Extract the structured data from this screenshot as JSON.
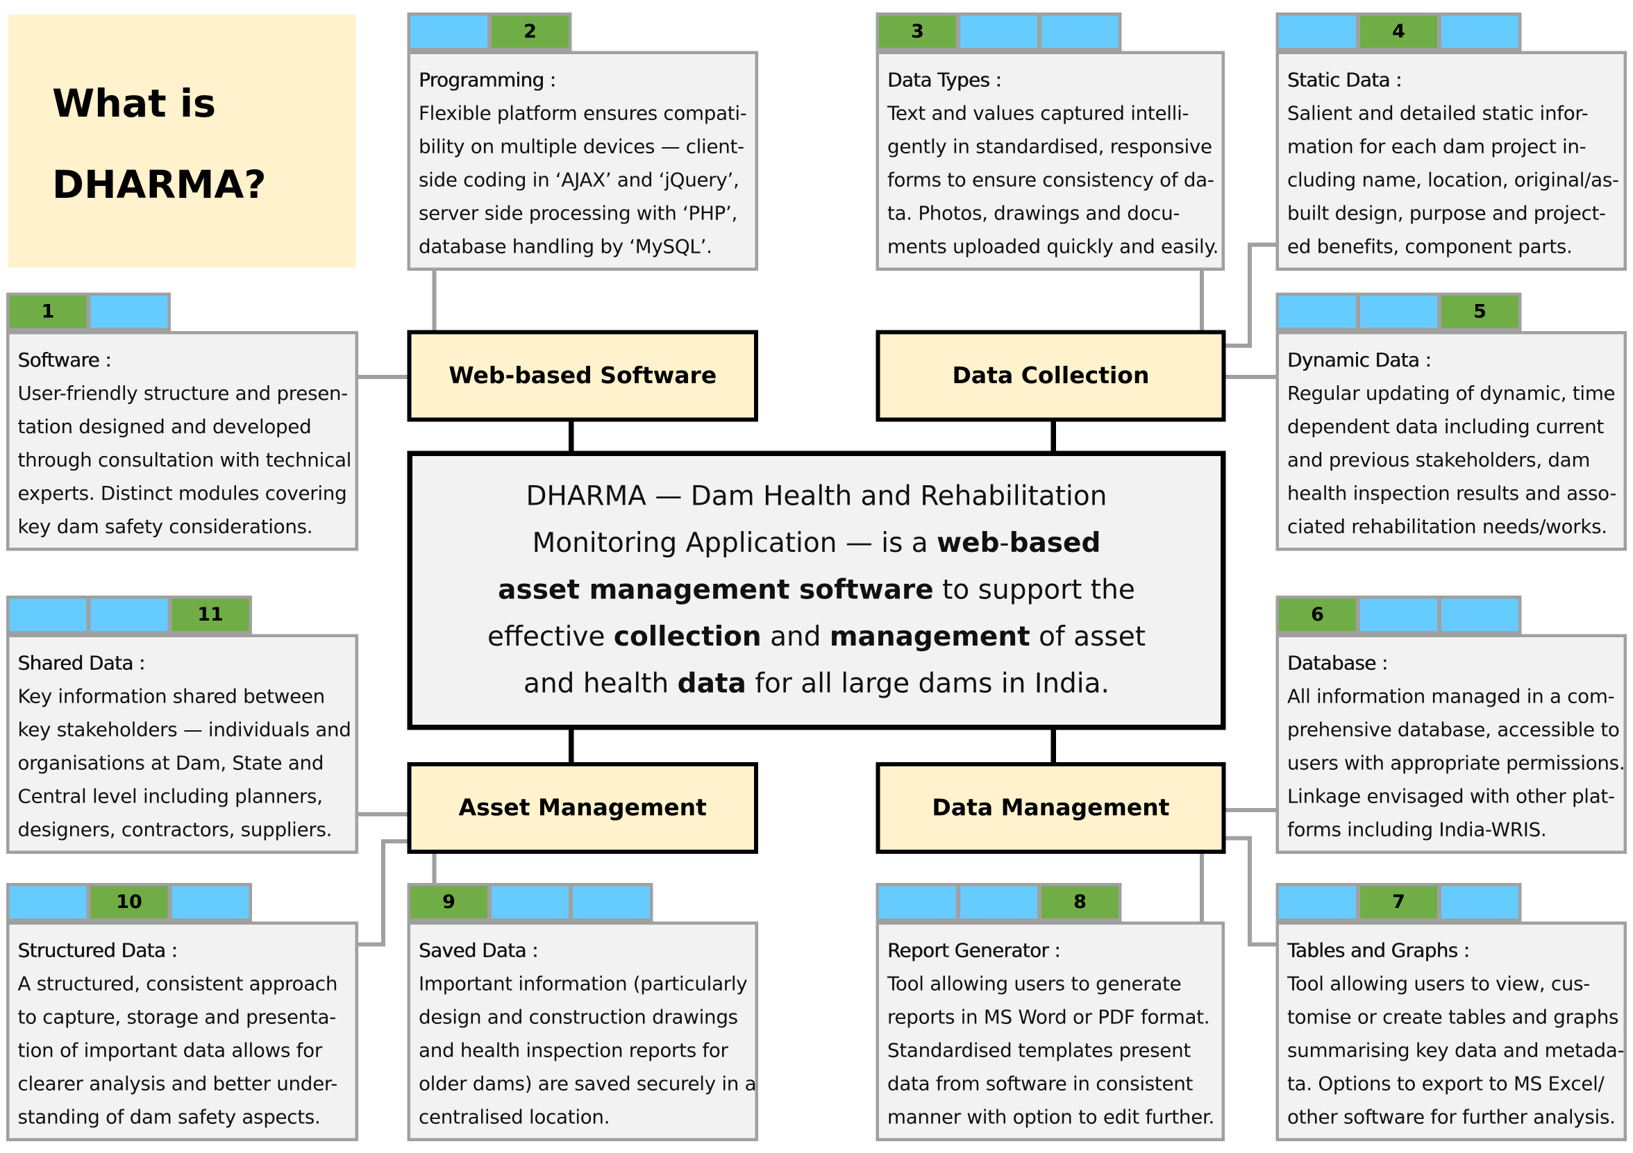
{
  "title": {
    "line1": "What is",
    "line2": "DHARMA?"
  },
  "headers": {
    "web": "Web-based Software",
    "collection": "Data Collection",
    "asset": "Asset Management",
    "management": "Data Management"
  },
  "center": {
    "lines": [
      [
        {
          "t": "DHARMA — Dam Health and Rehabilitation",
          "b": false
        }
      ],
      [
        {
          "t": "Monitoring Application — is a ",
          "b": false
        },
        {
          "t": "web",
          "b": true
        },
        {
          "t": "-",
          "b": false
        },
        {
          "t": "based",
          "b": true
        }
      ],
      [
        {
          "t": "asset management software",
          "b": true
        },
        {
          "t": " to support the",
          "b": false
        }
      ],
      [
        {
          "t": "effective ",
          "b": false
        },
        {
          "t": "collection",
          "b": true
        },
        {
          "t": " and ",
          "b": false
        },
        {
          "t": "management",
          "b": true
        },
        {
          "t": " of asset",
          "b": false
        }
      ],
      [
        {
          "t": "and health ",
          "b": false
        },
        {
          "t": "data",
          "b": true
        },
        {
          "t": " for all large dams in India.",
          "b": false
        }
      ]
    ]
  },
  "colors": {
    "tab_blue": "#66ccff",
    "tab_green": "#70ad47",
    "header_fill": "#fff2cc",
    "box_fill": "#f2f2f2",
    "box_border": "#a0a0a0"
  },
  "cards": [
    {
      "id": "1",
      "tabs": [
        "1",
        ""
      ],
      "title": "Software :",
      "lines": [
        "User-friendly structure and presen-",
        "tation designed and developed",
        "through consultation with technical",
        "experts.  Distinct modules covering",
        "key dam safety considerations."
      ]
    },
    {
      "id": "2",
      "tabs": [
        "",
        "2"
      ],
      "title": "Programming :",
      "lines": [
        "Flexible platform ensures compati-",
        "bility on multiple devices — client-",
        "side coding in ‘AJAX’ and ‘jQuery’,",
        "server side processing with ‘PHP’,",
        "database handling by ‘MySQL’."
      ]
    },
    {
      "id": "3",
      "tabs": [
        "3",
        "",
        ""
      ],
      "title": "Data Types :",
      "lines": [
        "Text and values captured intelli-",
        "gently in standardised, responsive",
        "forms to ensure consistency of da-",
        "ta.  Photos, drawings and docu-",
        "ments uploaded quickly and easily."
      ]
    },
    {
      "id": "4",
      "tabs": [
        "",
        "4",
        ""
      ],
      "title": "Static Data :",
      "lines": [
        "Salient and detailed static infor-",
        "mation for each dam project in-",
        "cluding name, location, original/as-",
        "built design, purpose and project-",
        "ed benefits, component parts."
      ]
    },
    {
      "id": "5",
      "tabs": [
        "",
        "",
        "5"
      ],
      "title": "Dynamic Data :",
      "lines": [
        "Regular updating of dynamic, time",
        "dependent data including current",
        "and previous stakeholders, dam",
        "health inspection results and asso-",
        "ciated rehabilitation needs/works."
      ]
    },
    {
      "id": "6",
      "tabs": [
        "6",
        "",
        ""
      ],
      "title": "Database :",
      "lines": [
        "All information managed in a com-",
        "prehensive database, accessible to",
        "users with appropriate permissions.",
        "Linkage envisaged with other plat-",
        "forms including India-WRIS."
      ]
    },
    {
      "id": "7",
      "tabs": [
        "",
        "7",
        ""
      ],
      "title": "Tables and Graphs :",
      "lines": [
        "Tool allowing users to view, cus-",
        "tomise or create tables and graphs",
        "summarising key data and metada-",
        "ta.  Options to export to MS Excel/",
        "other software for further analysis."
      ]
    },
    {
      "id": "8",
      "tabs": [
        "",
        "",
        "8"
      ],
      "title": "Report Generator :",
      "lines": [
        "Tool allowing users to generate",
        "reports in MS Word or PDF format.",
        "Standardised templates present",
        "data from software in consistent",
        "manner with option to edit further."
      ]
    },
    {
      "id": "9",
      "tabs": [
        "9",
        "",
        ""
      ],
      "title": "Saved Data :",
      "lines": [
        "Important information (particularly",
        "design and construction drawings",
        "and health inspection reports for",
        "older dams) are saved securely in a",
        "centralised location."
      ]
    },
    {
      "id": "10",
      "tabs": [
        "",
        "10",
        ""
      ],
      "title": "Structured Data :",
      "lines": [
        "A structured, consistent approach",
        "to capture, storage and presenta-",
        "tion of important data allows for",
        "clearer analysis and better under-",
        "standing of dam safety aspects."
      ]
    },
    {
      "id": "11",
      "tabs": [
        "",
        "",
        "11"
      ],
      "title": "Shared Data :",
      "lines": [
        "Key information shared between",
        "key stakeholders — individuals and",
        "organisations at Dam, State and",
        "Central level including planners,",
        "designers, contractors, suppliers."
      ]
    }
  ]
}
